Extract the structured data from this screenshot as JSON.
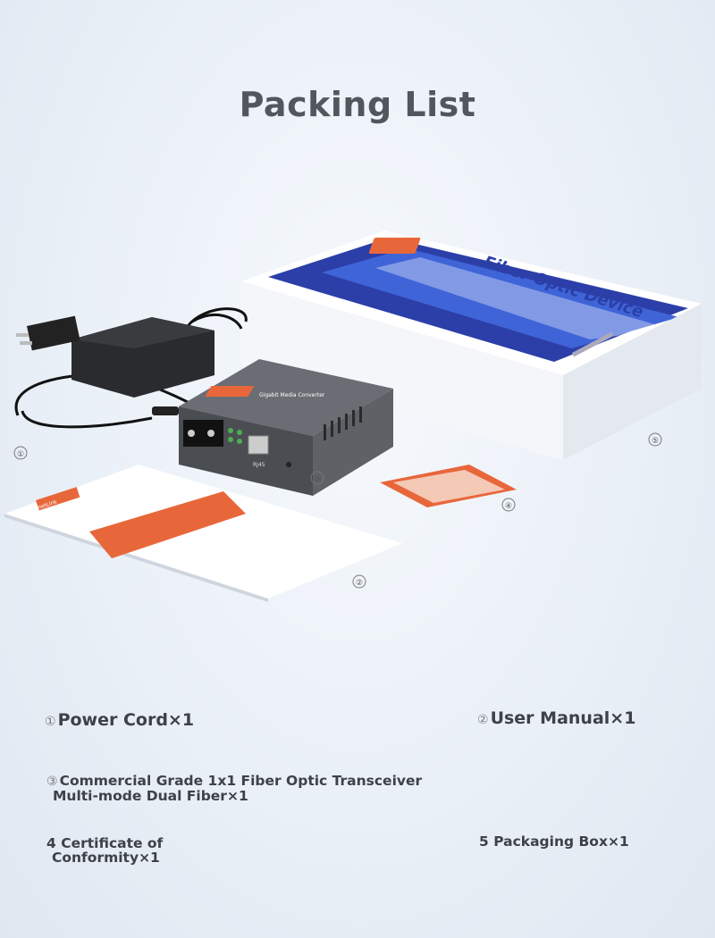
{
  "page": {
    "title": "Packing List"
  },
  "items": [
    {
      "number": "①",
      "label": "Power Cord×1"
    },
    {
      "number": "②",
      "label": "User Manual×1"
    },
    {
      "number": "③",
      "label_line1": "Commercial Grade 1x1 Fiber Optic Transceiver",
      "label_line2": "Multi-mode Dual Fiber×1"
    },
    {
      "number": "4",
      "label_line1": "Certificate of",
      "label_line2": "Conformity×1"
    },
    {
      "number": "5",
      "label": "Packaging Box×1"
    }
  ],
  "product": {
    "brand": "netLink",
    "box_heading": "Fiber Optic Device",
    "device_title": "Gigabit Media Converter",
    "port_label": "RJ45"
  },
  "callouts": [
    "①",
    "②",
    "③",
    "④",
    "⑤"
  ],
  "colors": {
    "accent": "#e8673a",
    "box_blue": "#2c3fa8",
    "device_gray": "#5e6166",
    "title": "#52575e"
  }
}
